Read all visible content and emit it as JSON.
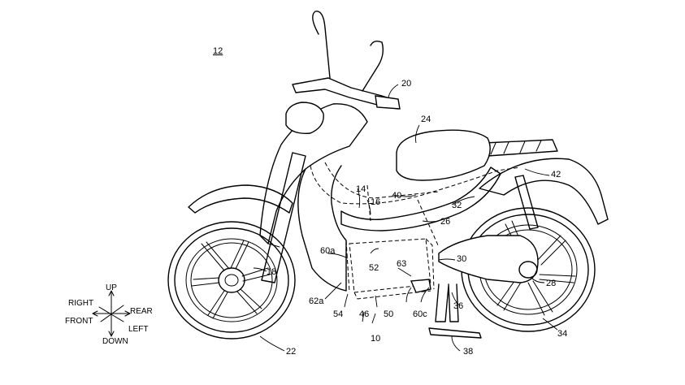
{
  "figure_ref": "12",
  "labels": {
    "l10": "10",
    "l14": "14",
    "l16": "16",
    "l18": "18",
    "l20": "20",
    "l22": "22",
    "l24": "24",
    "l26": "26",
    "l28": "28",
    "l30": "30",
    "l32": "32",
    "l34": "34",
    "l36": "36",
    "l38": "38",
    "l40": "40",
    "l42": "42",
    "l46": "46",
    "l50": "50",
    "l52": "52",
    "l54": "54",
    "l60a": "60a",
    "l60c": "60c",
    "l62a": "62a",
    "l63": "63"
  },
  "direction_legend": {
    "up": "UP",
    "down": "DOWN",
    "right": "RIGHT",
    "front": "FRONT",
    "rear": "REAR",
    "left": "LEFT"
  }
}
